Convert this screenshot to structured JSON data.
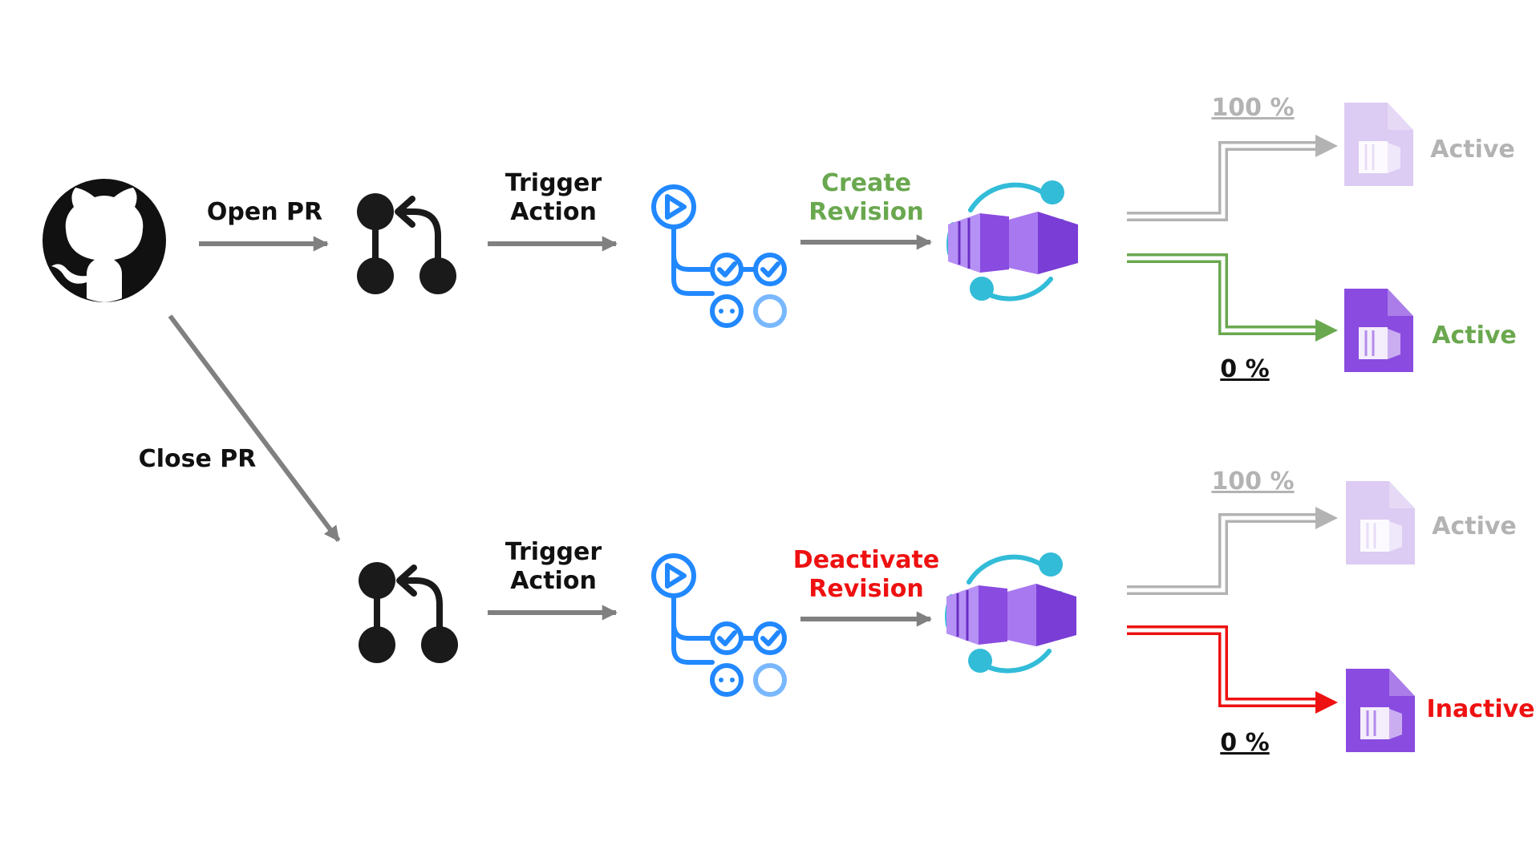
{
  "colors": {
    "arrow": "#808080",
    "green": "#6aa84f",
    "red": "#ee1111",
    "faded": "#b3b3b3",
    "text": "#111111",
    "actions_blue": "#2188ff",
    "actions_light": "#79b8ff",
    "container_purple": "#8a4be0",
    "container_cyan": "#32bcd8",
    "revision_purple": "#8a4be0",
    "revision_faded": "#dccbf3"
  },
  "icons": {
    "github": "github-icon",
    "pull_request": "pull-request-icon",
    "actions": "github-actions-icon",
    "container_apps": "container-apps-icon",
    "revision": "revision-file-icon"
  },
  "labels": {
    "open_pr": "Open PR",
    "close_pr": "Close PR"
  },
  "open_flow": {
    "trigger_line1": "Trigger",
    "trigger_line2": "Action",
    "step_line1": "Create",
    "step_line2": "Revision",
    "old_revision": {
      "percent": "100 %",
      "status": "Active"
    },
    "new_revision": {
      "percent": "0 %",
      "status": "Active"
    }
  },
  "close_flow": {
    "trigger_line1": "Trigger",
    "trigger_line2": "Action",
    "step_line1": "Deactivate",
    "step_line2": "Revision",
    "old_revision": {
      "percent": "100 %",
      "status": "Active"
    },
    "new_revision": {
      "percent": "0 %",
      "status": "Inactive"
    }
  }
}
